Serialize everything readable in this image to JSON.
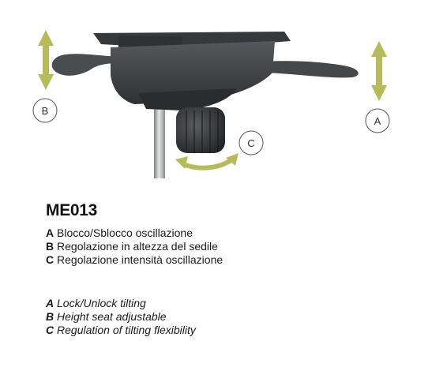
{
  "product_code": "ME013",
  "callouts": [
    {
      "letter": "A",
      "arrow": "vertical"
    },
    {
      "letter": "B",
      "arrow": "vertical"
    },
    {
      "letter": "C",
      "arrow": "curved"
    }
  ],
  "italian": [
    {
      "key": "A",
      "text": "Blocco/Sblocco oscillazione"
    },
    {
      "key": "B",
      "text": "Regolazione in altezza del sedile"
    },
    {
      "key": "C",
      "text": "Regolazione intensità oscillazione"
    }
  ],
  "english": [
    {
      "key": "A",
      "text": "Lock/Unlock tilting"
    },
    {
      "key": "B",
      "text": "Height seat adjustable"
    },
    {
      "key": "C",
      "text": "Regulation of tilting flexibility"
    }
  ],
  "colors": {
    "arrow": "#b6bc5a",
    "mechanism": "#3f4245",
    "text": "#1a1a1a"
  }
}
